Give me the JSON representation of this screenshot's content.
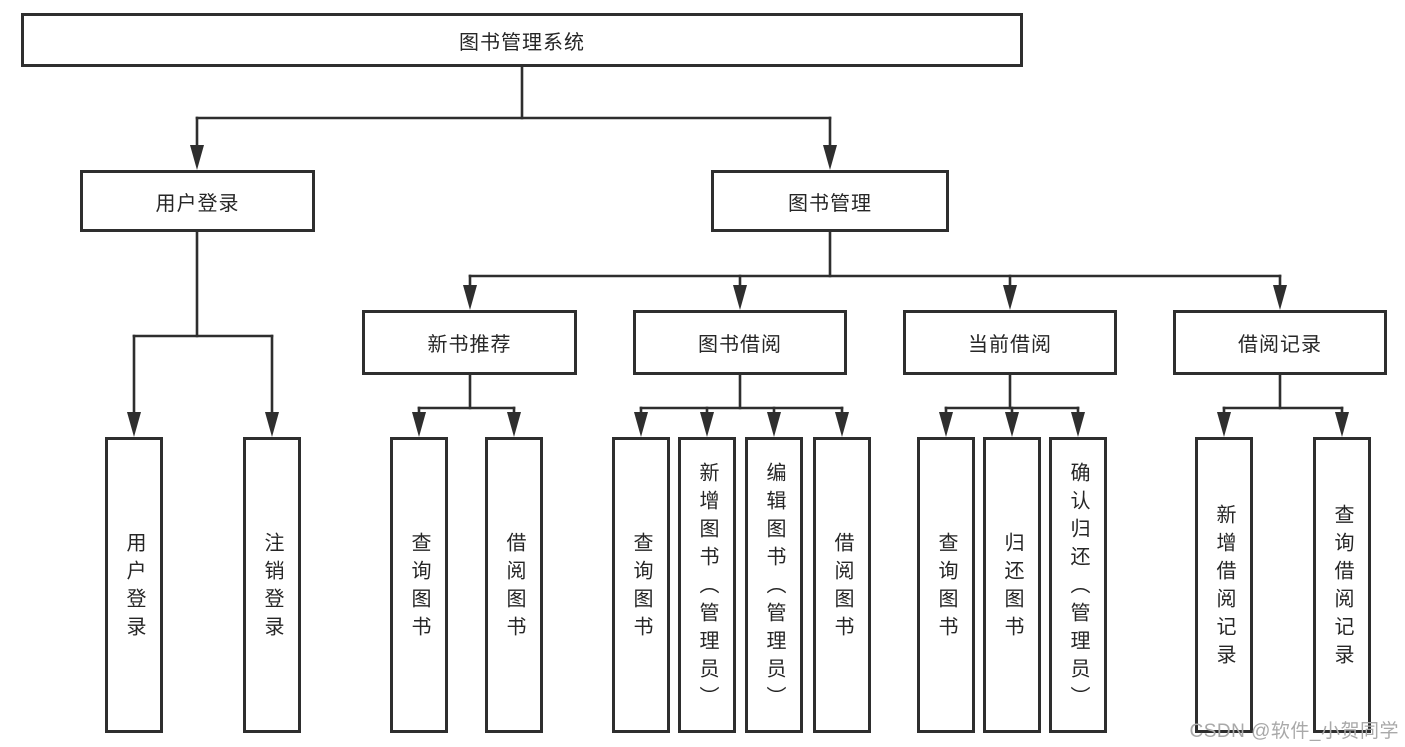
{
  "nodes": {
    "root": "图书管理系统",
    "user_login": "用户登录",
    "book_mgmt": "图书管理",
    "new_book_rec": "新书推荐",
    "book_borrow": "图书借阅",
    "current_borrow": "当前借阅",
    "borrow_record": "借阅记录",
    "leaf_user_login": "用户登录",
    "leaf_logout": "注销登录",
    "leaf_nb_query": "查询图书",
    "leaf_nb_borrow": "借阅图书",
    "leaf_bb_query": "查询图书",
    "leaf_bb_add": "新增图书（管理员）",
    "leaf_bb_edit": "编辑图书（管理员）",
    "leaf_bb_borrow": "借阅图书",
    "leaf_cb_query": "查询图书",
    "leaf_cb_return": "归还图书",
    "leaf_cb_confirm": "确认归还（管理员）",
    "leaf_br_add": "新增借阅记录",
    "leaf_br_query": "查询借阅记录"
  },
  "watermark": "CSDN @软件_小贺同学",
  "colors": {
    "line": "#2e2e2e",
    "border": "#2e2e2e",
    "text": "#262626",
    "watermark": "#a9a9a9",
    "background": "#ffffff"
  }
}
